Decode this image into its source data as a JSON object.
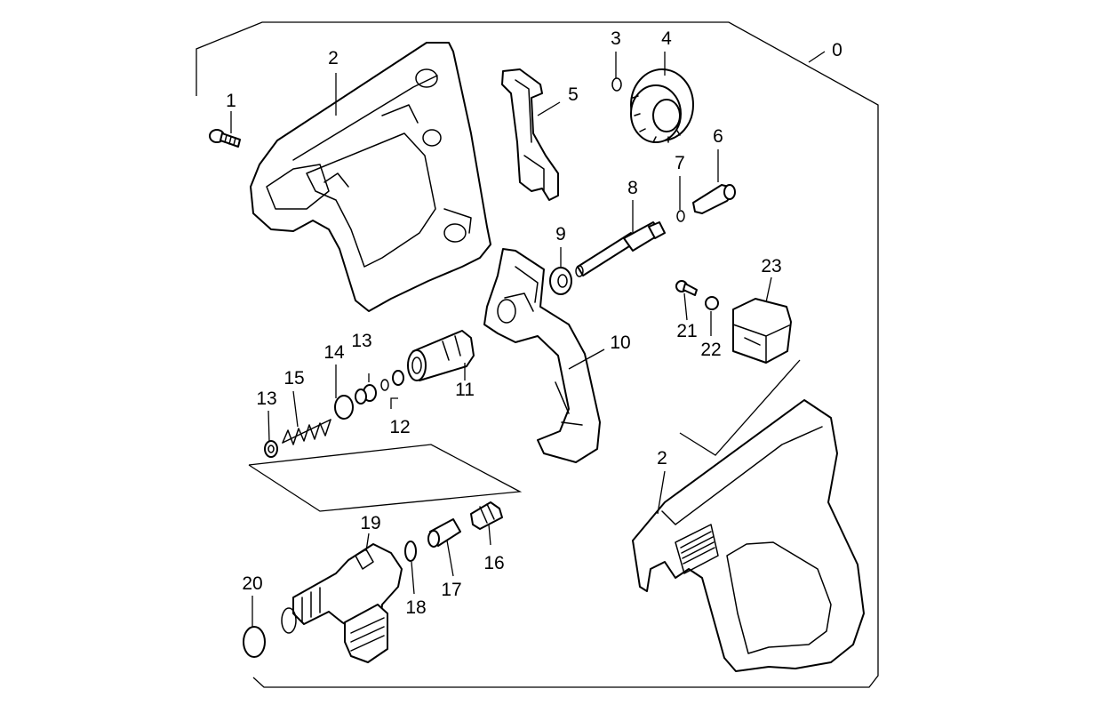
{
  "diagram": {
    "callouts": {
      "c0": "0",
      "c1": "1",
      "c2_top": "2",
      "c2_bottom": "2",
      "c3": "3",
      "c4": "4",
      "c5": "5",
      "c6": "6",
      "c7": "7",
      "c8": "8",
      "c9": "9",
      "c10": "10",
      "c11": "11",
      "c12": "12",
      "c13_upper": "13",
      "c13_lower": "13",
      "c14": "14",
      "c15": "15",
      "c16": "16",
      "c17": "17",
      "c18": "18",
      "c19": "19",
      "c20": "20",
      "c21": "21",
      "c22": "22",
      "c23": "23"
    }
  }
}
